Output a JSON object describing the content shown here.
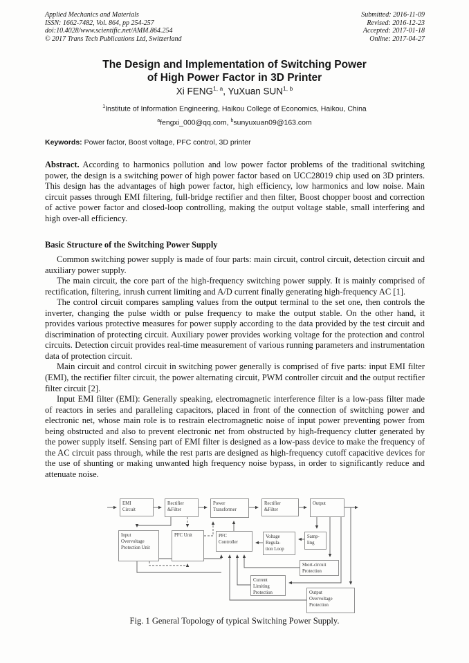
{
  "header": {
    "left": [
      "Applied Mechanics and Materials",
      "ISSN: 1662-7482, Vol. 864, pp 254-257",
      "doi:10.4028/www.scientific.net/AMM.864.254",
      "© 2017 Trans Tech Publications Ltd, Switzerland"
    ],
    "right": [
      "Submitted: 2016-11-09",
      "Revised: 2016-12-23",
      "Accepted: 2017-01-18",
      "Online: 2017-04-27"
    ]
  },
  "article": {
    "title_line1": "The Design and Implementation of Switching Power",
    "title_line2": "of High Power Factor in 3D Printer",
    "authors": {
      "name1": "Xi FENG",
      "sup1": "1, a",
      "sep": ", ",
      "name2": "YuXuan SUN",
      "sup2": "1, b"
    },
    "affiliation": {
      "sup": "1",
      "text": "Institute of Information Engineering, Haikou College of Economics, Haikou, China"
    },
    "emails": {
      "sup1": "a",
      "addr1": "fengxi_000@qq.com",
      "sep": ", ",
      "sup2": "b",
      "addr2": "sunyuxuan09@163.com"
    },
    "keywords_label": "Keywords:",
    "keywords": " Power factor, Boost voltage, PFC control, 3D printer",
    "abstract_label": "Abstract.",
    "abstract": " According to harmonics pollution and low power factor problems of the traditional switching power, the design is a switching power of high power factor based on UCC28019 chip used on 3D printers. This design has the advantages of high power factor, high efficiency, low harmonics and low noise. Main circuit passes through EMI filtering, full-bridge rectifier and then filter, Boost chopper boost and correction of active power factor and closed-loop controlling, making the output voltage stable, small interfering and high over-all efficiency.",
    "section_heading": "Basic Structure of the Switching Power Supply",
    "paragraphs": [
      "Common switching power supply is made of four parts: main circuit, control circuit, detection circuit and auxiliary power supply.",
      "The main circuit, the core part of the high-frequency switching power supply. It is mainly comprised of rectification, filtering, inrush current limiting and A/D current finally generating high-frequency AC [1].",
      "The control circuit compares sampling values from the output terminal to the set one, then controls the inverter, changing the pulse width or pulse frequency to make the output stable. On the other hand, it provides various protective measures for power supply according to the data provided by the test circuit and discrimination of protecting circuit. Auxiliary power provides working voltage for the protection and control circuits. Detection circuit provides real-time measurement of various running parameters and instrumentation data of protection circuit.",
      "Main circuit and control circuit in switching power generally is comprised of five parts: input EMI filter (EMI), the rectifier filter circuit, the power alternating circuit, PWM controller circuit and the output rectifier filter circuit [2].",
      "Input EMI filter (EMI): Generally speaking, electromagnetic interference filter is a low-pass filter made of reactors in series and paralleling capacitors, placed in front of the connection of switching power and electronic net, whose main role is to restrain electromagnetic noise of input power preventing power from being obstructed and also to prevent electronic net from obstructed by high-frequency clutter generated by the power supply itself. Sensing part of EMI filter is designed as a low-pass device to make the frequency of the AC circuit pass through, while the rest parts are designed as high-frequency cutoff capacitive devices for the use of shunting or making unwanted high frequency noise bypass, in order to significantly reduce and attenuate noise."
    ]
  },
  "figure": {
    "caption": "Fig. 1 General Topology of typical Switching Power Supply.",
    "boxes": {
      "emi_circuit": "EMI\nCircuit",
      "rectifier_filter_1": "Rectifier\n&Filter",
      "power_transformer": "Power\nTransformer",
      "rectifier_filter_2": "Rectifier\n&Filter",
      "output": "Output",
      "input_overvoltage": "Input\nOvervoltage\nProtection Unit",
      "pfc_unit": "PFC Unit",
      "pfc_controller": "PFC\nController",
      "voltage_regulation": "Voltage\nRegula-\ntion Loop",
      "sampling": "Samp-\nling",
      "short_circuit": "Short-circuit\nProtection",
      "current_limiting": "Current\nLimiting\nProtection",
      "output_overvoltage": "Output\nOvervoltage\nProtection"
    },
    "colors": {
      "box_border": "#8f8f8f",
      "line": "#5c5c5c"
    }
  }
}
